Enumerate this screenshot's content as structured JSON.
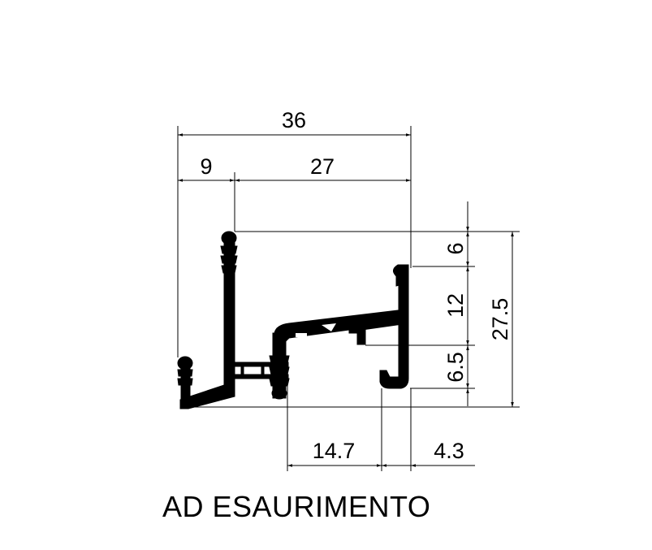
{
  "dimensions": {
    "total_width": "36",
    "left_offset": "9",
    "inner_width": "27",
    "top_segment": "6",
    "middle_segment": "12",
    "bottom_segment": "6.5",
    "total_height": "27.5",
    "base_width": "14.7",
    "base_right": "4.3"
  },
  "caption": "AD ESAURIMENTO"
}
